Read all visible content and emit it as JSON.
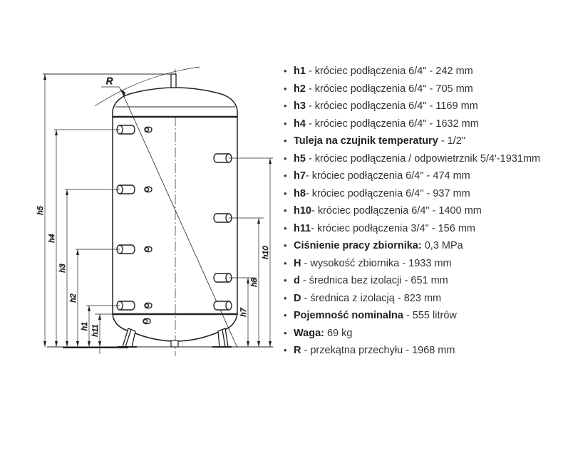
{
  "diagram": {
    "labels": {
      "R": "R",
      "h5": "h5",
      "h4": "h4",
      "h3": "h3",
      "h2": "h2",
      "h1": "h1",
      "h11": "h11",
      "h10": "h10",
      "h8": "h8",
      "h7": "h7"
    }
  },
  "specs": [
    {
      "key": "h1",
      "text": " - króciec podłączenia 6/4\" - 242 mm"
    },
    {
      "key": "h2",
      "text": " - króciec podłączenia 6/4\" - 705 mm"
    },
    {
      "key": "h3",
      "text": " - króciec podłączenia 6/4\" - 1169 mm"
    },
    {
      "key": "h4",
      "text": " - króciec podłączenia 6/4\" - 1632 mm"
    },
    {
      "key": "Tuleja na czujnik temperatury",
      "text": " - 1/2\""
    },
    {
      "key": "h5",
      "text": " - króciec podłączenia / odpowietrznik 5/4'-1931mm"
    },
    {
      "key": "h7",
      "text": "- króciec podłączenia 6/4\" - 474 mm"
    },
    {
      "key": "h8",
      "text": "- króciec podłączenia 6/4\" - 937 mm"
    },
    {
      "key": "h10",
      "text": "- króciec podłączenia 6/4\" - 1400 mm"
    },
    {
      "key": "h11",
      "text": "- króciec podłączenia 3/4\" - 156 mm"
    },
    {
      "key": "Ciśnienie pracy zbiornika:",
      "text": " 0,3 MPa"
    },
    {
      "key": "H",
      "text": " - wysokość zbiornika - 1933 mm"
    },
    {
      "key": "d",
      "text": " - średnica bez izolacji - 651 mm"
    },
    {
      "key": "D",
      "text": " - średnica z izolacją - 823 mm"
    },
    {
      "key": "Pojemność nominalna",
      "text": " - 555 litrów"
    },
    {
      "key": "Waga:",
      "text": " 69 kg"
    },
    {
      "key": "R",
      "text": " - przekątna przechyłu - 1968 mm"
    }
  ]
}
